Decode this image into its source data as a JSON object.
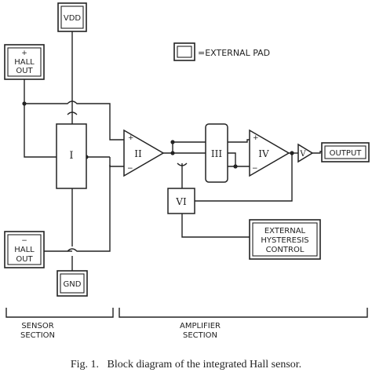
{
  "pads": {
    "vdd": "VDD",
    "hall_out_pos": {
      "sign": "+",
      "line1": "HALL",
      "line2": "OUT"
    },
    "hall_out_neg": {
      "sign": "−",
      "line1": "HALL",
      "line2": "OUT"
    },
    "gnd": "GND",
    "output": "OUTPUT",
    "external_control": {
      "line1": "EXTERNAL",
      "line2": "HYSTERESIS",
      "line3": "CONTROL"
    }
  },
  "legend": {
    "label": "=EXTERNAL PAD"
  },
  "blocks": {
    "b1": "I",
    "b2": "II",
    "b3": "III",
    "b4": "IV",
    "b5": "V",
    "b6": "VI"
  },
  "amp_signs": {
    "plus": "+",
    "minus": "−"
  },
  "sections": {
    "sensor": {
      "line1": "SENSOR",
      "line2": "SECTION"
    },
    "amplifier": {
      "line1": "AMPLIFIER",
      "line2": "SECTION"
    }
  },
  "caption": "Fig. 1.   Block diagram of the integrated Hall sensor."
}
